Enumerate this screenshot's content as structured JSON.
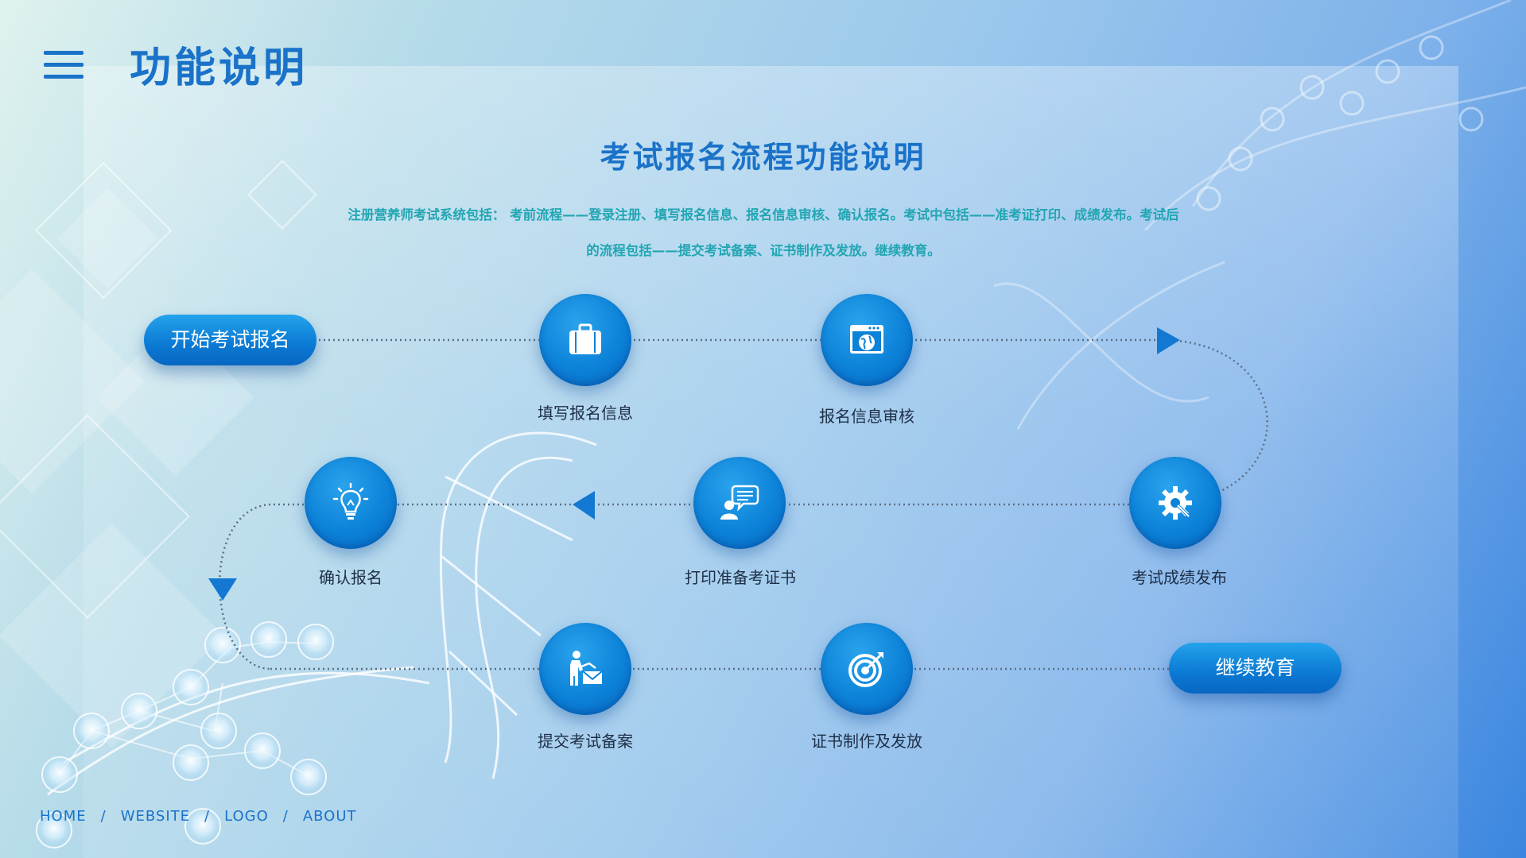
{
  "header": {
    "title": "功能说明"
  },
  "main": {
    "title": "考试报名流程功能说明",
    "desc_line1": "注册营养师考试系统包括： 考前流程——登录注册、填写报名信息、报名信息审核、确认报名。考试中包括——准考证打印、成绩发布。考试后",
    "desc_line2": "的流程包括——提交考试备案、证书制作及发放。继续教育。"
  },
  "flow": {
    "start_label": "开始考试报名",
    "end_label": "继续教育",
    "steps": [
      {
        "label": "填写报名信息",
        "icon": "briefcase-icon"
      },
      {
        "label": "报名信息审核",
        "icon": "browser-globe-icon"
      },
      {
        "label": "考试成绩发布",
        "icon": "gear-wrench-icon"
      },
      {
        "label": "打印准备考证书",
        "icon": "chat-person-icon"
      },
      {
        "label": "确认报名",
        "icon": "lightbulb-icon"
      },
      {
        "label": "提交考试备案",
        "icon": "person-mail-icon"
      },
      {
        "label": "证书制作及发放",
        "icon": "target-icon"
      }
    ]
  },
  "footer": {
    "breadcrumb": [
      "HOME",
      "WEBSITE",
      "LOGO",
      "ABOUT"
    ],
    "separator": "/"
  },
  "colors": {
    "accent": "#1a72c9",
    "node_blue": "#0c82d8",
    "desc_teal": "#22a6b3",
    "label_dark": "#1e2f48"
  }
}
